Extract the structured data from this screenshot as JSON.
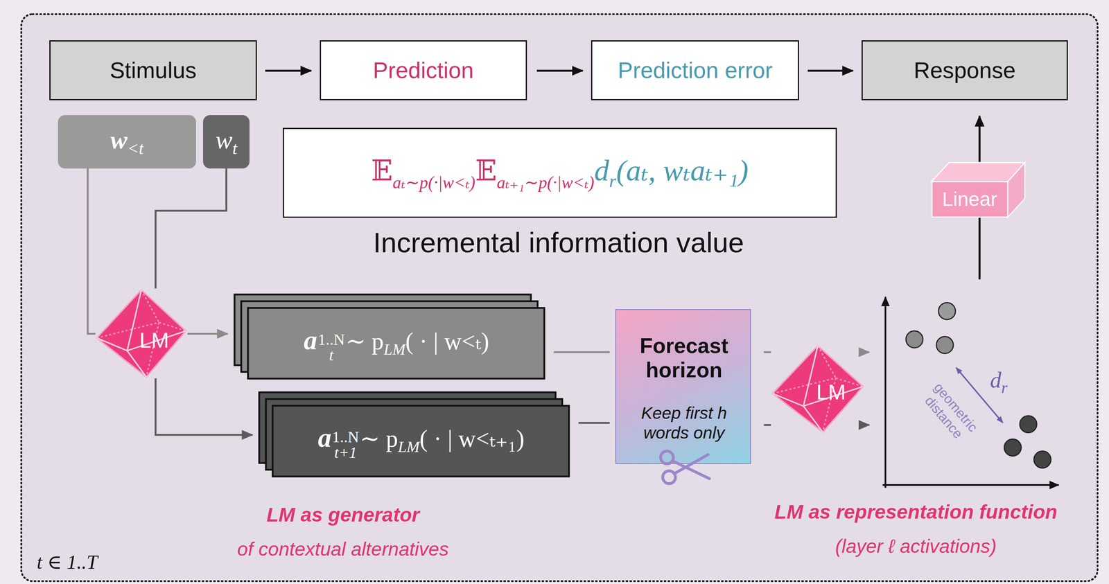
{
  "diagram": {
    "nodes": [
      {
        "text": [
          "Stimulus"
        ]
      },
      {
        "text": [
          "Prediction"
        ]
      },
      {
        "text": [
          "Prediction error"
        ]
      },
      {
        "text": [
          "Response"
        ]
      },
      {
        "text": [
          "w",
          "<t"
        ]
      },
      {
        "text": [
          "w",
          "t"
        ]
      },
      {
        "text": [
          "𝔼",
          "aₜ∼p(·|w<ₜ)",
          "𝔼",
          "aₜ₊₁∼p(·|w<ₜ)",
          "d",
          "r",
          "(aₜ, wₜaₜ₊₁)",
          "Incremental information value"
        ]
      },
      {
        "text": [
          "LM"
        ]
      },
      {
        "text": [
          "a",
          "1..N",
          "t",
          "∼ p",
          "LM",
          "( · | w<ₜ)"
        ]
      },
      {
        "text": [
          "a",
          "1..N",
          "t+1",
          "∼ p",
          "LM",
          "( · | w<ₜ₊₁)"
        ]
      },
      {
        "text": [
          "Forecast horizon",
          "Keep first h words only"
        ]
      },
      {
        "text": [
          "LM"
        ]
      },
      {
        "text": [
          "Linear"
        ]
      },
      {
        "text": [
          "d",
          "r",
          "geometric distance"
        ]
      }
    ],
    "edges": [
      {
        "from": 0,
        "to": 1,
        "arrow": "to"
      },
      {
        "from": 1,
        "to": 2,
        "arrow": "to"
      },
      {
        "from": 2,
        "to": 3,
        "arrow": "to"
      },
      {
        "from": 4,
        "to": 7,
        "arrow": "none"
      },
      {
        "from": 5,
        "to": 7,
        "arrow": "none"
      },
      {
        "from": 7,
        "to": 8,
        "arrow": "to"
      },
      {
        "from": 7,
        "to": 9,
        "arrow": "to"
      },
      {
        "from": 8,
        "to": 10,
        "arrow": "none"
      },
      {
        "from": 9,
        "to": 10,
        "arrow": "none"
      },
      {
        "from": 10,
        "to": 11,
        "arrow": "none"
      },
      {
        "from": 10,
        "to": 11,
        "arrow": "none"
      },
      {
        "from": 11,
        "to": 13,
        "arrow": "to"
      },
      {
        "from": 11,
        "to": 13,
        "arrow": "to"
      },
      {
        "from": 13,
        "to": 12,
        "arrow": "none"
      },
      {
        "from": 12,
        "to": 3,
        "arrow": "to"
      }
    ],
    "labels": [
      "LM as generator",
      "of contextual alternatives",
      "LM as representation function",
      "(layer ℓ activations)",
      "t ∈ 1..T"
    ]
  }
}
